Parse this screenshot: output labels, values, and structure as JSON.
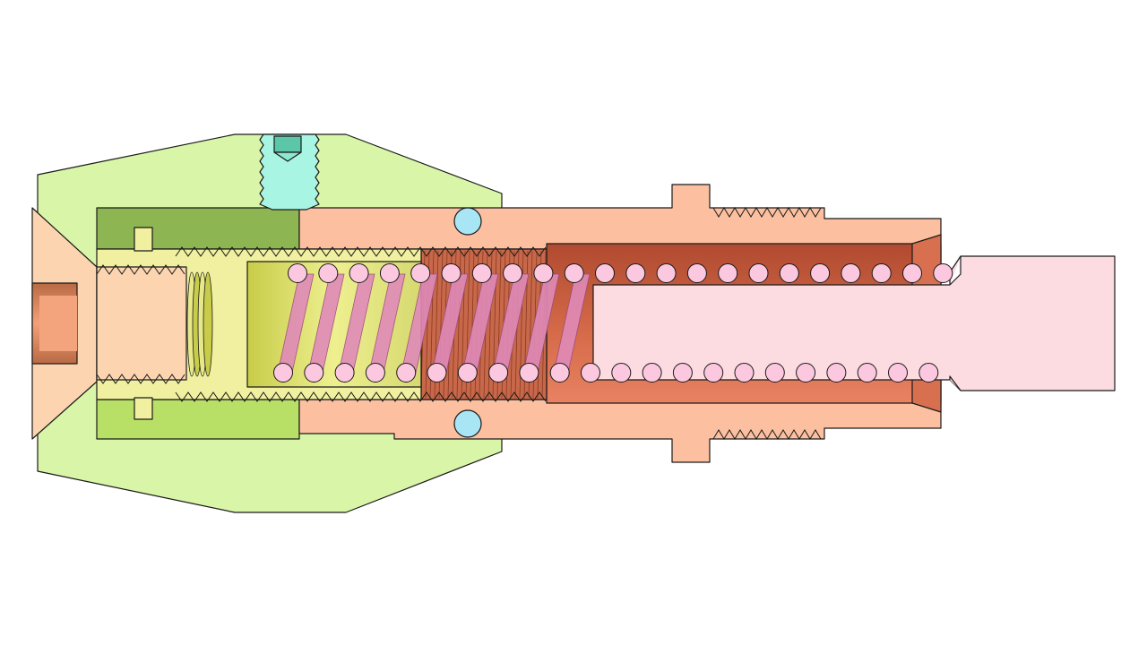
{
  "diagram": {
    "kind": "mechanical-cross-section",
    "colors": {
      "background": "#ffffff",
      "outline": "#1a1a1a",
      "housing": "#d9f5a8",
      "housing_bore_dark": "#8cb04e",
      "housing_bore_light": "#b8e060",
      "set_screw": "#a8f5e4",
      "set_screw_dark": "#5cc7a8",
      "outer_body": "#fcc0a0",
      "inner_bore": "#c25a3a",
      "inner_bore_light": "#e57a58",
      "bushing": "#f0f0a0",
      "spring_coil": "#e08ab8",
      "spring_ball": "#fcc8e0",
      "plunger": "#fcdce0",
      "seal_ring": "#a8e6f5",
      "left_cap": "#fcd5b0",
      "left_pin": "#c07048"
    },
    "spring_ball_count_top": 22,
    "spring_ball_count_bottom": 22
  }
}
